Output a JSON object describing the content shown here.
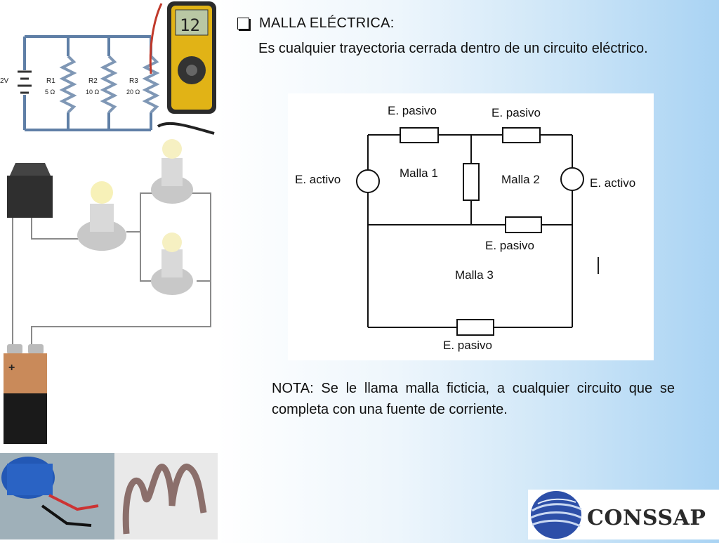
{
  "slide": {
    "heading": "MALLA ELÉCTRICA:",
    "definition": "Es cualquier trayectoria cerrada dentro de un circuito eléctrico.",
    "note": "NOTA: Se le llama malla ficticia, a cualquier circuito que se completa con una fuente de corriente."
  },
  "diagram": {
    "labels": {
      "passive_top_left": "E. pasivo",
      "passive_top_right": "E. pasivo",
      "active_left": "E. activo",
      "active_right": "E. activo",
      "mesh1": "Malla 1",
      "mesh2": "Malla 2",
      "passive_middle": "E. pasivo",
      "mesh3": "Malla 3",
      "passive_bottom": "E. pasivo"
    }
  },
  "left_illustrations": {
    "battery_label": "2V",
    "r1": "R1",
    "r1_value": "5 Ω",
    "r2": "R2",
    "r2_value": "10 Ω",
    "r3": "R3",
    "r3_value": "20 Ω",
    "meter_reading": "12",
    "battery_plus": "+"
  },
  "logo": {
    "text": "CONSSAP"
  },
  "colors": {
    "accent_blue": "#a9d3f3",
    "wire_blue": "#5f7fa6",
    "wire_grey": "#8a8a8a"
  }
}
